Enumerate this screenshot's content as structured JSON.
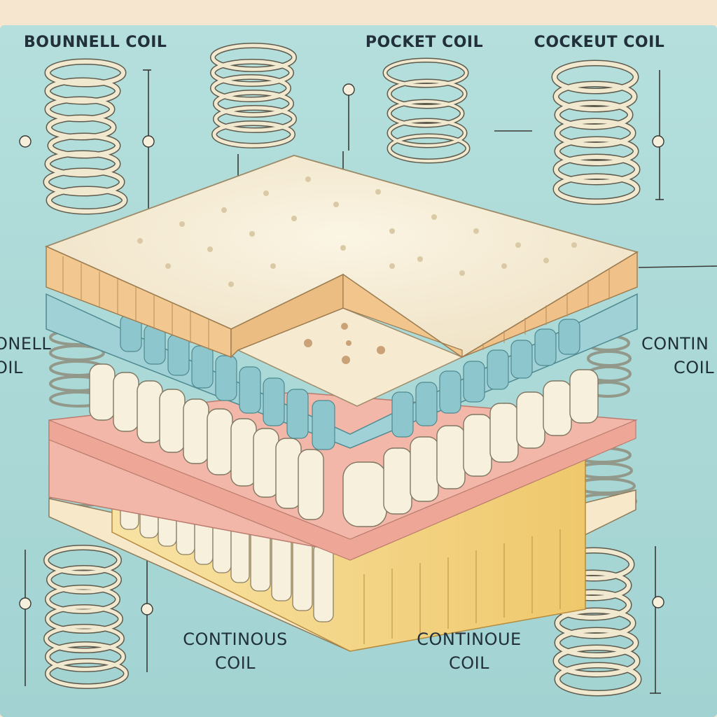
{
  "labels": {
    "top_left": "BOUNNELL COIL",
    "top_middle": "POCKET COIL",
    "top_right": "COCKEUT COIL",
    "left_edge_line1": "ONELL",
    "left_edge_line2": "OIL",
    "right_edge_line1": "CONTIN",
    "right_edge_line2": "COIL",
    "bottom_left_line1": "CONTINOUS",
    "bottom_left_line2": "COIL",
    "bottom_right_line1": "CONTINOUE",
    "bottom_right_line2": "COIL"
  },
  "colors": {
    "frame": "#f6e6cf",
    "background": "#a9d8d6",
    "mattress_top": "#f7eed8",
    "foam_peach": "#f0c58f",
    "layer_blue": "#9fd1d6",
    "coil_white": "#f6efdc",
    "layer_pink": "#f2b5a6",
    "base_yellow": "#f4d88a",
    "spring_stroke": "#ece3c8",
    "spring_outline": "#5e5a4c",
    "leader_line": "#3a3a36"
  }
}
